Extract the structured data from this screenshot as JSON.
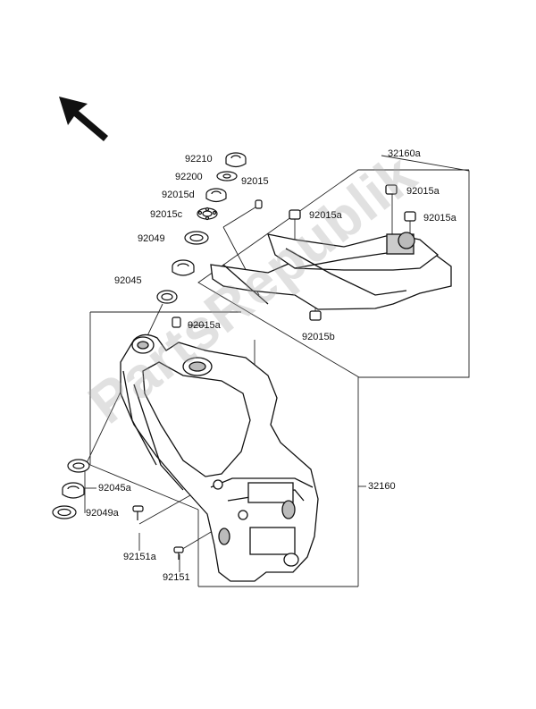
{
  "watermark": "PartsRepublik",
  "colors": {
    "line": "#1a1a1a",
    "part_fill": "#ffffff",
    "shade": "#b5b5b5",
    "watermark": "#aaaaaa"
  },
  "labels": {
    "p92210": "92210",
    "p92200": "92200",
    "p92015": "92015",
    "p92015d": "92015d",
    "p92015c": "92015c",
    "p92049": "92049",
    "p92045": "92045",
    "p92015a_frame": "92015a",
    "p32160a": "32160a",
    "p92015a_sub1": "92015a",
    "p92015a_sub2": "92015a",
    "p92015a_sub3": "92015a",
    "p92015b": "92015b",
    "p32160": "32160",
    "p92045a": "92045a",
    "p92049a": "92049a",
    "p92151a": "92151a",
    "p92151": "92151"
  },
  "icons": {
    "direction": "front-arrow-icon"
  }
}
